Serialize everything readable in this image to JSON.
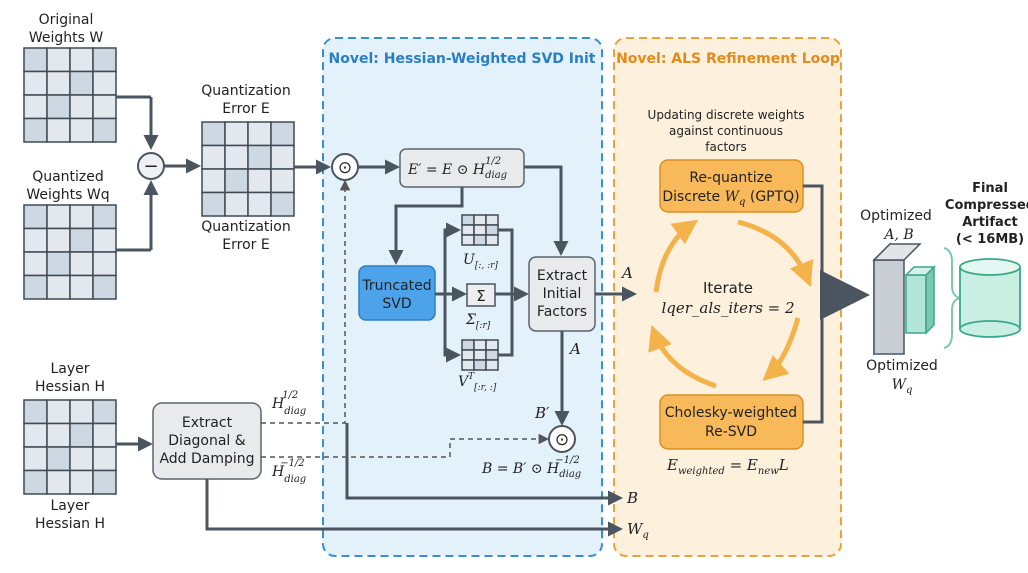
{
  "regions": {
    "svd_title": "Novel: Hessian-Weighted SVD Init",
    "als_title": "Novel: ALS Refinement Loop"
  },
  "inputs": {
    "original_weights": [
      "Original",
      "Weights W"
    ],
    "quantized_weights": [
      "Quantized",
      "Weights Wq"
    ],
    "quant_error_top": [
      "Quantization",
      "Error E"
    ],
    "quant_error_bottom": [
      "Quantization",
      "Error E"
    ],
    "layer_hessian_top": [
      "Layer",
      "Hessian H"
    ],
    "layer_hessian_bottom": [
      "Layer",
      "Hessian H"
    ],
    "minus_symbol": "−",
    "odot_symbol": "⊙"
  },
  "svd": {
    "weighted_error": "E′ = E ⊙ H",
    "weighted_error_sup": "1/2",
    "weighted_error_sub": "diag",
    "truncated_svd": [
      "Truncated",
      "SVD"
    ],
    "sigma_symbol": "Σ",
    "u_label": "U",
    "u_sub": "[:, :r]",
    "sigma_label": "Σ",
    "sigma_sub": "[:r]",
    "v_label": "V",
    "v_sup": "T",
    "v_sub": "[:r, :]",
    "extract_initial": [
      "Extract",
      "Initial",
      "Factors"
    ],
    "a_label": "A",
    "a_right_label": "A",
    "b_prime_label": "B′",
    "b_formula": "B = B′ ⊙ H",
    "b_formula_sup": "−1/2",
    "b_formula_sub": "diag"
  },
  "hessian": {
    "extract_diag": [
      "Extract",
      "Diagonal &",
      "Add Damping"
    ],
    "h_half": "H",
    "h_half_sup": "1/2",
    "h_half_sub": "diag",
    "h_neg_half": "H",
    "h_neg_half_sup": "−1/2",
    "h_neg_half_sub": "diag"
  },
  "als": {
    "note": [
      "Updating discrete weights",
      "against continuous",
      "factors"
    ],
    "requantize": [
      "Re-quantize",
      "Discrete Wq (GPTQ)"
    ],
    "iterate": "Iterate",
    "iter_param": "lqer_als_iters = 2",
    "cholesky": [
      "Cholesky-weighted",
      "Re-SVD"
    ],
    "e_weighted": "E",
    "e_weighted_sub": "weighted",
    "e_weighted_rhs": " = E",
    "e_weighted_rhs_sub": "new",
    "e_weighted_tail": "L"
  },
  "bottom": {
    "b_label": "B",
    "wq_label": "Wq"
  },
  "output": {
    "optimized_ab": [
      "Optimized",
      "A, B"
    ],
    "optimized_wq": [
      "Optimized",
      "Wq"
    ],
    "final": [
      "Final",
      "Compressed",
      "Artifact",
      "(< 16MB)"
    ]
  },
  "colors": {
    "svd_region": "#e3f1fb",
    "svd_border": "#3b8fd0",
    "als_region": "#fdf0dc",
    "als_border": "#e8a33a",
    "svd_box": "#4da3ea",
    "als_box": "#f7b95a",
    "gray_box": "#e9eaec",
    "grid_fill": "#d6e0ea",
    "cylinder": "#c8efe2",
    "cylinder_stroke": "#3aa88a"
  }
}
